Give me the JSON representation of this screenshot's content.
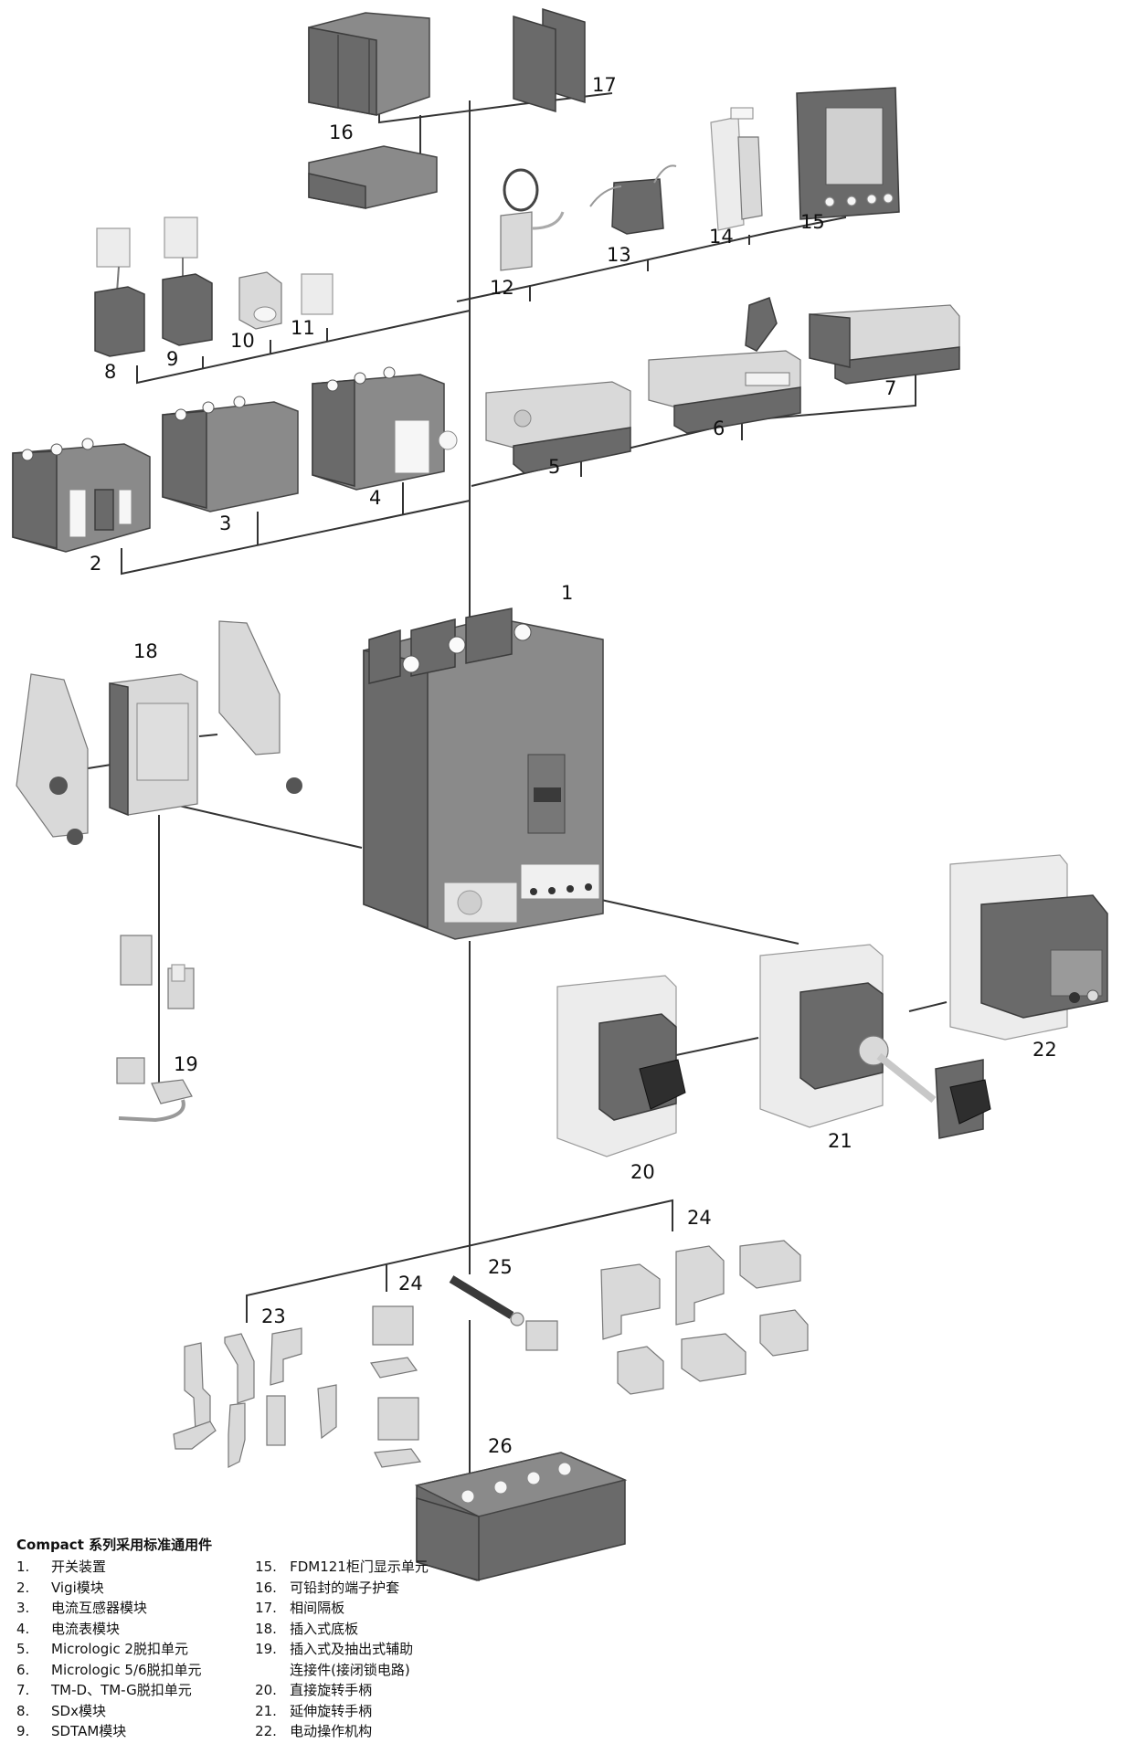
{
  "diagram": {
    "callouts": [
      {
        "id": "1",
        "label": "1"
      },
      {
        "id": "2",
        "label": "2"
      },
      {
        "id": "3",
        "label": "3"
      },
      {
        "id": "4",
        "label": "4"
      },
      {
        "id": "5",
        "label": "5"
      },
      {
        "id": "6",
        "label": "6"
      },
      {
        "id": "7",
        "label": "7"
      },
      {
        "id": "8",
        "label": "8"
      },
      {
        "id": "9",
        "label": "9"
      },
      {
        "id": "10",
        "label": "10"
      },
      {
        "id": "11",
        "label": "11"
      },
      {
        "id": "12",
        "label": "12"
      },
      {
        "id": "13",
        "label": "13"
      },
      {
        "id": "14",
        "label": "14"
      },
      {
        "id": "15",
        "label": "15"
      },
      {
        "id": "16",
        "label": "16"
      },
      {
        "id": "17",
        "label": "17"
      },
      {
        "id": "18",
        "label": "18"
      },
      {
        "id": "19",
        "label": "19"
      },
      {
        "id": "20",
        "label": "20"
      },
      {
        "id": "21",
        "label": "21"
      },
      {
        "id": "22",
        "label": "22"
      },
      {
        "id": "23",
        "label": "23"
      },
      {
        "id": "24a",
        "label": "24"
      },
      {
        "id": "24b",
        "label": "24"
      },
      {
        "id": "25",
        "label": "25"
      },
      {
        "id": "26",
        "label": "26"
      }
    ]
  },
  "legend": {
    "title": "Compact 系列采用标准通用件",
    "left_items": [
      {
        "num": "1.",
        "text": "开关装置"
      },
      {
        "num": "2.",
        "text": "Vigi模块"
      },
      {
        "num": "3.",
        "text": "电流互感器模块"
      },
      {
        "num": "4.",
        "text": "电流表模块"
      },
      {
        "num": "5.",
        "text": "Micrologic 2脱扣单元"
      },
      {
        "num": "6.",
        "text": "Micrologic 5/6脱扣单元"
      },
      {
        "num": "7.",
        "text": "TM-D、TM-G脱扣单元"
      },
      {
        "num": "8.",
        "text": "SDx模块"
      },
      {
        "num": "9.",
        "text": "SDTAM模块"
      }
    ],
    "right_items": [
      {
        "num": "15.",
        "text": "FDM121柜门显示单元"
      },
      {
        "num": "16.",
        "text": "可铅封的端子护套"
      },
      {
        "num": "17.",
        "text": "相间隔板"
      },
      {
        "num": "18.",
        "text": "插入式底板"
      },
      {
        "num": "19.",
        "text": "插入式及抽出式辅助"
      },
      {
        "num": "",
        "text": "连接件(接闭锁电路)"
      },
      {
        "num": "20.",
        "text": "直接旋转手柄"
      },
      {
        "num": "21.",
        "text": "延伸旋转手柄"
      },
      {
        "num": "22.",
        "text": "电动操作机构"
      }
    ]
  }
}
